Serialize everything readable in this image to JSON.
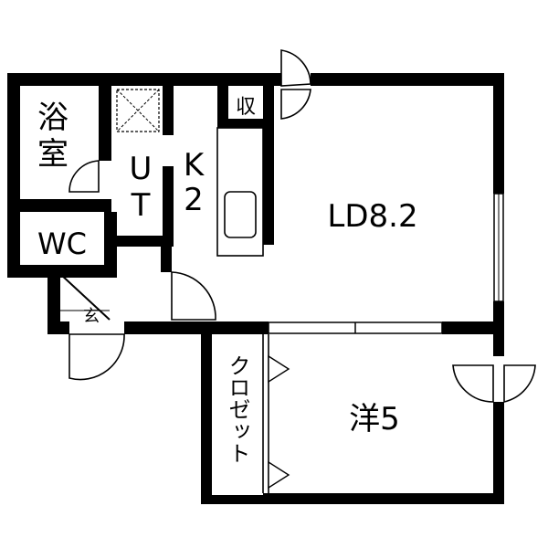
{
  "floor_plan": {
    "rooms": {
      "bath": "浴室",
      "utility_line1": "U",
      "utility_line2": "T",
      "kitchen_line1": "K",
      "kitchen_line2": "2",
      "storage": "収",
      "living_dining": "LD8.2",
      "toilet": "WC",
      "entrance": "玄",
      "closet": "クロゼット",
      "western_room": "洋5"
    }
  }
}
